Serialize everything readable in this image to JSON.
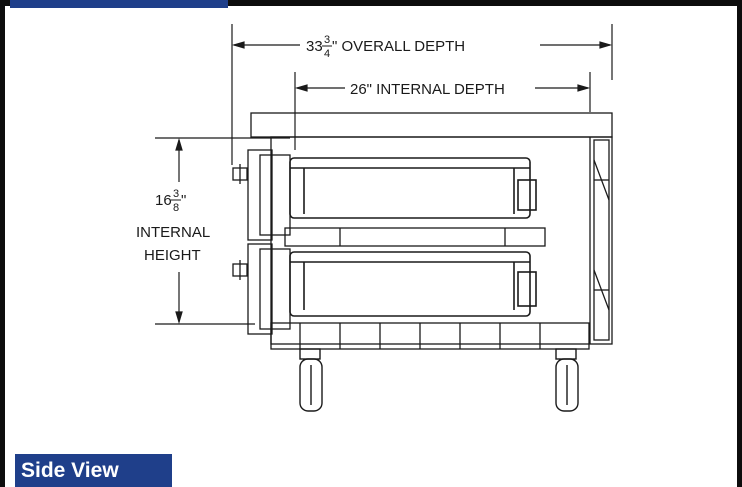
{
  "caption": "Side View",
  "dimensions": {
    "overall_depth": {
      "whole": "33",
      "num": "3",
      "den": "4",
      "suffix": "\" OVERALL DEPTH"
    },
    "internal_depth": "26\" INTERNAL DEPTH",
    "internal_height": {
      "whole": "16",
      "num": "3",
      "den": "8",
      "suffix": "\"",
      "line1": "INTERNAL",
      "line2": "HEIGHT"
    }
  },
  "colors": {
    "accent": "#1f3f8a",
    "frame": "#0d0d0d",
    "line": "#1a1a1a"
  }
}
